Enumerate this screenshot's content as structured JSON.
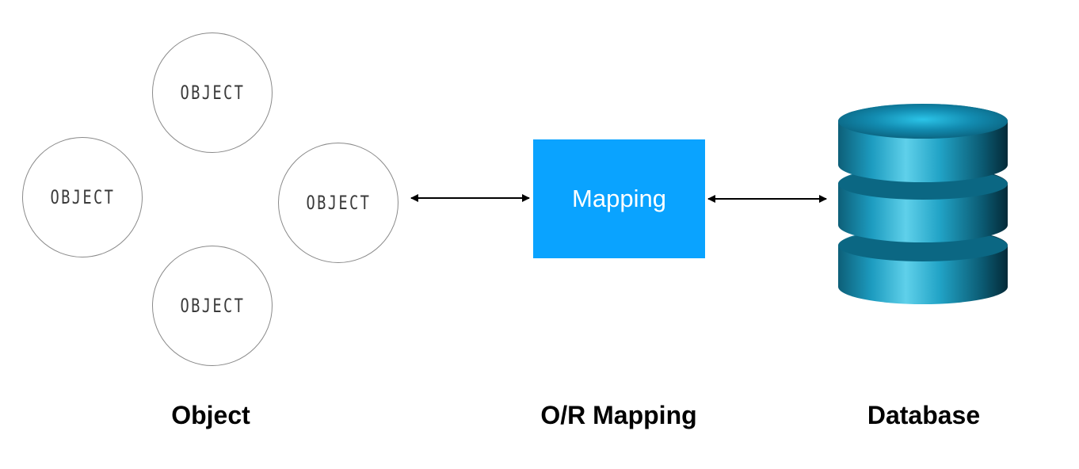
{
  "objects": {
    "circle_label": "OBJECT",
    "group_caption": "Object"
  },
  "mapping": {
    "box_label": "Mapping",
    "caption": "O/R Mapping",
    "box_color": "#0aa3ff"
  },
  "database": {
    "caption": "Database",
    "icon": "database-cylinder-icon",
    "color": "#1a8fb0"
  },
  "connectors": [
    {
      "from": "objects",
      "to": "mapping",
      "direction": "bidirectional"
    },
    {
      "from": "mapping",
      "to": "database",
      "direction": "bidirectional"
    }
  ]
}
